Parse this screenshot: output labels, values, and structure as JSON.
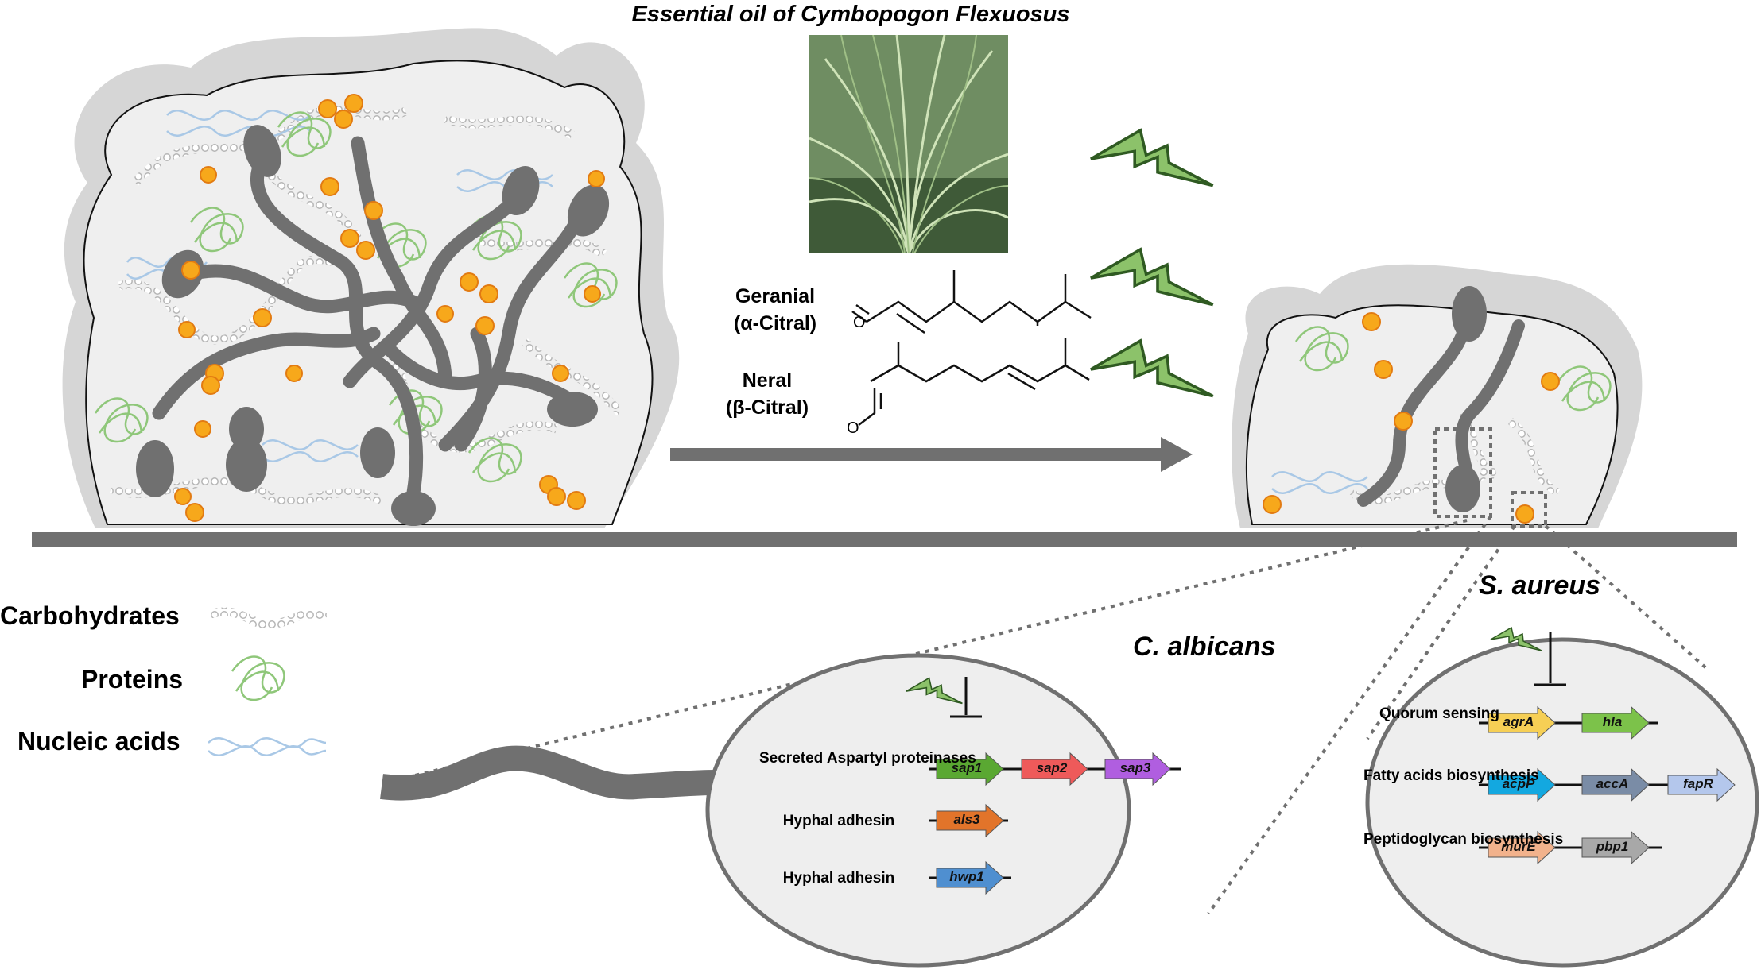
{
  "title": "Essential oil of Cymbopogon Flexuosus",
  "compounds": [
    {
      "name": "Geranial",
      "alt": "(α-Citral)"
    },
    {
      "name": "Neral",
      "alt": "(β-Citral)"
    }
  ],
  "legend": {
    "carbohydrates": "Carbohydrates",
    "proteins": "Proteins",
    "nucleic_acids": "Nucleic acids"
  },
  "c_albicans": {
    "title": "C. albicans",
    "rows": [
      {
        "label": "Secreted Aspartyl proteinases",
        "genes": [
          "sap1",
          "sap2",
          "sap3"
        ]
      },
      {
        "label": "Hyphal adhesin",
        "genes": [
          "als3"
        ]
      },
      {
        "label": "Hyphal adhesin",
        "genes": [
          "hwp1"
        ]
      }
    ]
  },
  "s_aureus": {
    "title": "S. aureus",
    "rows": [
      {
        "label": "Quorum sensing",
        "genes": [
          "agrA",
          "hla"
        ]
      },
      {
        "label": "Fatty acids biosynthesis",
        "genes": [
          "acpP",
          "accA",
          "fapR"
        ]
      },
      {
        "label": "Peptidoglycan biosynthesis",
        "genes": [
          "murE",
          "pbp1"
        ]
      }
    ]
  },
  "colors": {
    "sap1": "#5aa832",
    "sap2": "#ee5a5a",
    "sap3": "#b05ee0",
    "als3": "#e2742a",
    "hwp1": "#4f8fd0",
    "agrA": "#f6cf55",
    "hla": "#7cc24a",
    "acpP": "#13a8e0",
    "accA": "#7a8ca6",
    "fapR": "#b4c7ec",
    "murE": "#f2b28c",
    "pbp1": "#a8a8a8",
    "bolt": "#8cc26a",
    "bolt_stroke": "#2f5a22",
    "particle": "#f7a81b",
    "matrix": "#efefef",
    "halo": "#cfcfcf",
    "cell": "#6f6f6f"
  }
}
